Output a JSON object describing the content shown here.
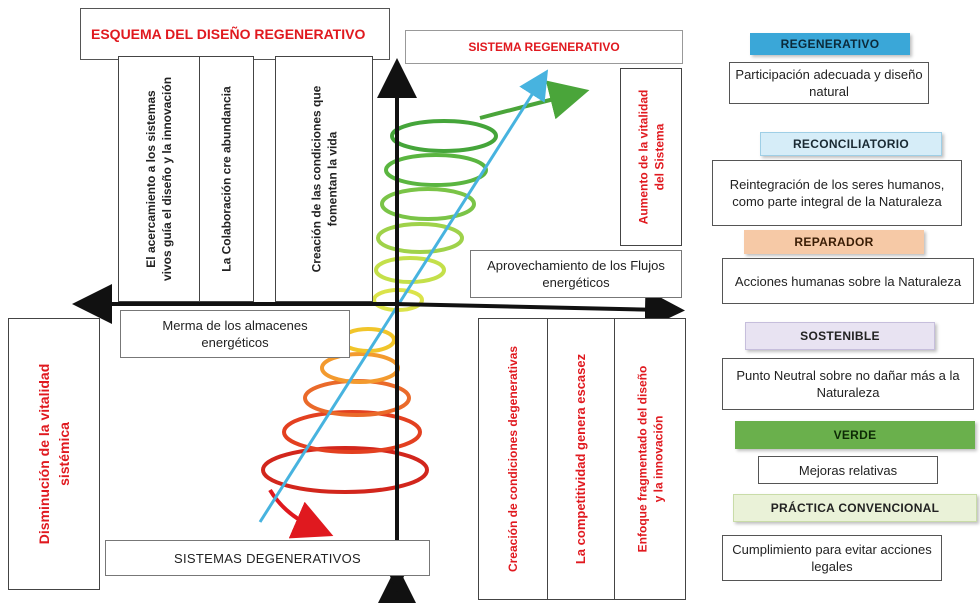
{
  "title": "ESQUEMA DEL DISEÑO REGENERATIVO",
  "top_box": "SISTEMA REGENERATIVO",
  "bottom_box": "SISTEMAS DEGENERATIVOS",
  "upper_left_columns": [
    "El acercamiento a los sistemas\nvivos guía el diseño y la innovación",
    "La Colaboración cre abundancia",
    "Creación de las condiciones que\nfomentan la vida"
  ],
  "right_vertical": "Aumento de la vitalidad\ndel Sistema",
  "left_vertical": "Disminución de la vitalidad\nsistémica",
  "flow_box": "Aprovechamiento de los Flujos energéticos",
  "merma_box": "Merma de los almacenes energéticos",
  "lower_right_columns": [
    "Creación de condiciones degenerativas",
    "La competitividad genera escasez",
    "Enfoque fragmentado del diseño\ny la innovación"
  ],
  "levels": [
    {
      "label": "REGENERATIVO",
      "color": "#3aa7d8",
      "description": "Participación adecuada y diseño natural"
    },
    {
      "label": "RECONCILIATORIO",
      "color": "#c8e6f4",
      "description": "Reintegración de los seres humanos, como parte integral de la Naturaleza"
    },
    {
      "label": "REPARADOR",
      "color": "#f6c9a6",
      "description": "Acciones humanas sobre la Naturaleza"
    },
    {
      "label": "SOSTENIBLE",
      "color": "#dcd6ec",
      "description": "Punto Neutral sobre no dañar más a la Naturaleza"
    },
    {
      "label": "VERDE",
      "color": "#6ab04c",
      "description": "Mejoras relativas"
    },
    {
      "label": "PRÁCTICA CONVENCIONAL",
      "color": "#e4efcf",
      "description": "Cumplimiento para evitar acciones legales"
    }
  ]
}
